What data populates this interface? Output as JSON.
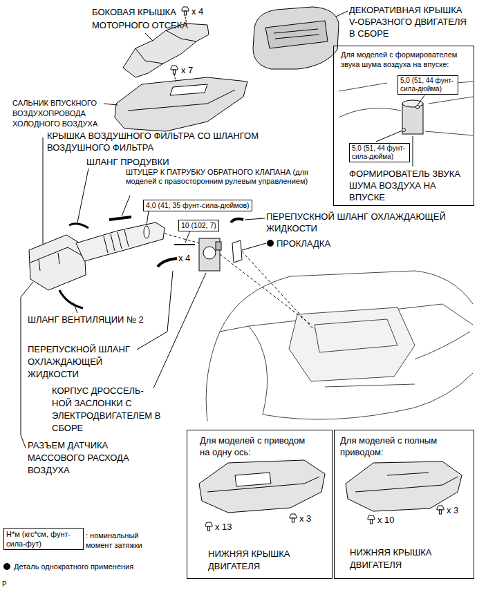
{
  "diagram": {
    "nodes": [
      {
        "text": [
          "Для моделей с формирователем звука шума воздуха на впуске:",
          "ФОРМИРОВАТЕЛЬ ЗВУКА ШУМА ВОЗДУХА НА ВПУСКЕ"
        ]
      },
      {
        "text": [
          "5,0 (51, 44 фунт- сила-дюйма)"
        ],
        "in": 0
      },
      {
        "text": [
          "5,0 (51, 44 фунт- сила-дюйма)"
        ],
        "in": 0
      },
      {
        "text": [
          "4,0 (41, 35 фунт-сила-дюймов)"
        ]
      },
      {
        "text": [
          "10 (102, 7)"
        ]
      },
      {
        "text": [
          "Для моделей с приводом на одну ось:",
          "x 13",
          "x 3",
          "НИЖНЯЯ КРЫШКА ДВИГАТЕЛЯ"
        ]
      },
      {
        "text": [
          "Для моделей с полным приводом:",
          "x 10",
          "x 3",
          "НИЖНЯЯ КРЫШКА ДВИГАТЕЛЯ"
        ]
      },
      {
        "text": [
          "Н*м (кгс*см, фунт- сила-фут)"
        ]
      }
    ],
    "labels": [
      "БОКОВАЯ КРЫШКА МОТОРНОГО ОТСЕКА",
      "x 4",
      "ДЕКОРАТИВНАЯ КРЫШКА V-ОБРАЗНОГО ДВИГАТЕЛЯ В СБОРЕ",
      "x 7",
      "САЛЬНИК ВПУСКНОГО ВОЗДУХОПРОВОДА ХОЛОДНОГО ВОЗДУХА",
      "КРЫШКА ВОЗДУШНОГО ФИЛЬТРА СО ШЛАНГОМ ВОЗДУШНОГО ФИЛЬТРА",
      "ШЛАНГ ПРОДУВКИ",
      "ШТУЦЕР К ПАТРУБКУ ОБРАТНОГО КЛАПАНА (для моделей с правосторонним рулевым управлением)",
      "ПЕРЕПУСКНОЙ ШЛАНГ ОХЛАЖДАЮЩЕЙ ЖИДКОСТИ",
      "ПРОКЛАДКА",
      "x 4",
      "ШЛАНГ ВЕНТИЛЯЦИИ № 2",
      "ПЕРЕПУСКНОЙ ШЛАНГ ОХЛАЖДАЮЩЕЙ ЖИДКОСТИ",
      "КОРПУС ДРОССЕЛЬ- НОЙ ЗАСЛОНКИ С ЭЛЕКТРОДВИГАТЕЛЕМ В СБОРЕ",
      "РАЗЪЕМ ДАТЧИКА МАССОВОГО РАСХОДА ВОЗДУХА",
      "P"
    ],
    "legend": [
      {
        "text": ": номинальный момент затяжки"
      },
      {
        "text": "Деталь однократного применения"
      }
    ]
  }
}
